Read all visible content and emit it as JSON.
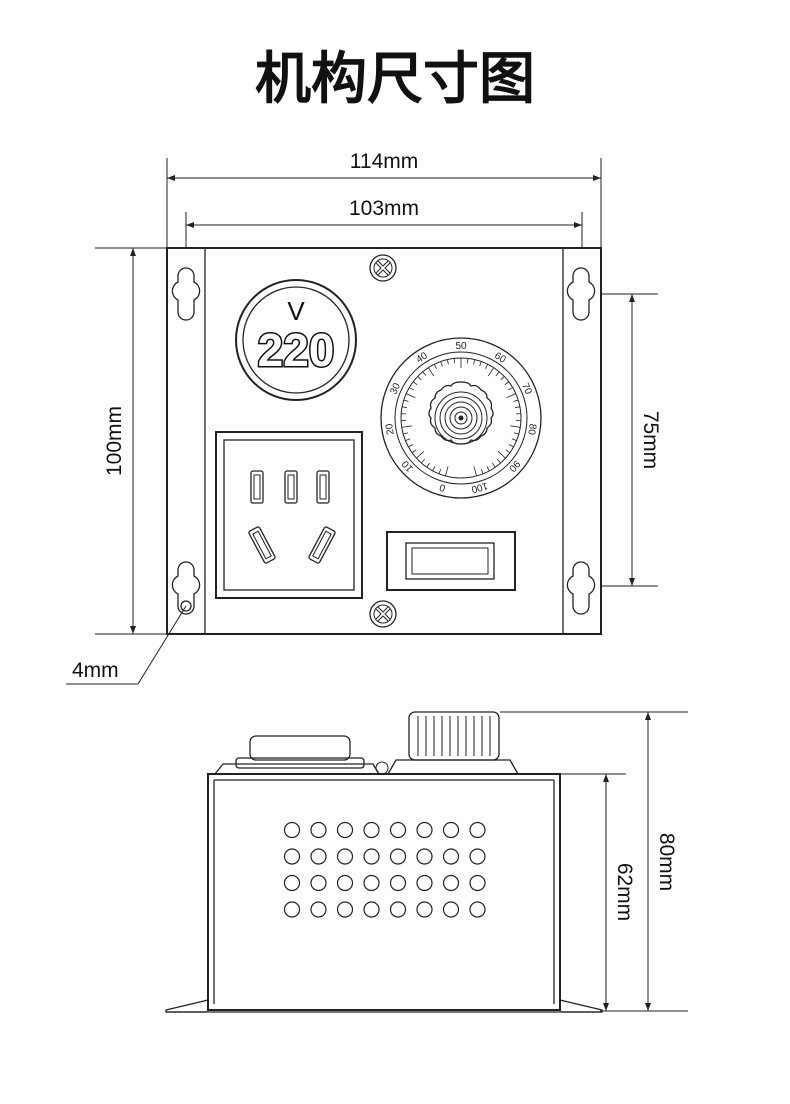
{
  "title": "机构尺寸图",
  "front_view": {
    "width_outer": "114mm",
    "width_inner": "103mm",
    "height": "100mm",
    "hole_spacing": "75mm",
    "hole_size": "4mm",
    "voltmeter": {
      "unit": "V",
      "reading": "220"
    },
    "dial_scale": [
      "0",
      "10",
      "20",
      "30",
      "40",
      "50",
      "60",
      "70",
      "80",
      "90",
      "100"
    ]
  },
  "side_view": {
    "total_height": "80mm",
    "body_height": "62mm",
    "vent_rows": 4,
    "vent_cols": 8
  }
}
